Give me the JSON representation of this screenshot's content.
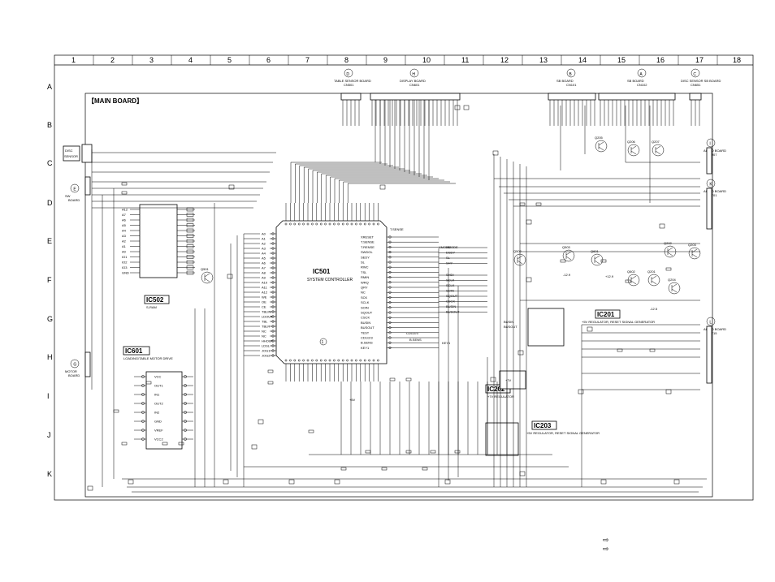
{
  "grid": {
    "columns": [
      "1",
      "2",
      "3",
      "4",
      "5",
      "6",
      "7",
      "8",
      "9",
      "10",
      "11",
      "12",
      "13",
      "14",
      "15",
      "16",
      "17",
      "18"
    ],
    "rows": [
      "A",
      "B",
      "C",
      "D",
      "E",
      "F",
      "G",
      "H",
      "I",
      "J",
      "K"
    ]
  },
  "board_title": "【MAIN BOARD】",
  "connectors": [
    {
      "letter": "D",
      "line1": "TABLE SENSOR BOARD",
      "line2": "CN501"
    },
    {
      "letter": "H",
      "line1": "DISPLAY BOARD",
      "line2": "CN601"
    },
    {
      "letter": "B",
      "line1": "SB BOARD",
      "line2": "CN101"
    },
    {
      "letter": "A",
      "line1": "SB BOARD",
      "line2": "CN102"
    },
    {
      "letter": "C",
      "line1": "DISC SENSOR SB BOARD",
      "line2": "CN651"
    },
    {
      "letter": "I",
      "line1": "AUDIO BOARD",
      "line2": "CN907"
    },
    {
      "letter": "K",
      "line1": "AUDIO BOARD",
      "line2": "CN701"
    },
    {
      "letter": "L",
      "line1": "AUDIO BOARD",
      "line2": "CN715"
    },
    {
      "letter": "E",
      "line1": "SW",
      "line2": "BOARD"
    },
    {
      "letter": "G",
      "line1": "MOTOR",
      "line2": "BOARD"
    }
  ],
  "ics": [
    {
      "id": "IC501",
      "desc": "SYSTEM CONTROLLER"
    },
    {
      "id": "IC502",
      "desc": "S-RAM"
    },
    {
      "id": "IC601",
      "desc": "LOADING/TABLE MOTOR DRIVE"
    },
    {
      "id": "IC201",
      "desc": "+5V REGULATOR, RESET SIGNAL GENERATOR"
    },
    {
      "id": "IC202",
      "desc": "+7V REGULATOR"
    },
    {
      "id": "IC203",
      "desc": "+5V REGULATOR, RESET SIGNAL GENERATOR"
    }
  ],
  "disc_sensor_label": [
    "DISC",
    "SENSOR"
  ],
  "ic501_left_pins": [
    "A0",
    "A1",
    "A2",
    "A3",
    "A4",
    "A5",
    "A6",
    "A7",
    "A8",
    "A9",
    "A10",
    "A11",
    "A12",
    "WE",
    "OE",
    "CE",
    "TBLIN",
    "LDOUT",
    "TBL",
    "TBLR",
    "NC",
    "NC",
    "HHOUT",
    "LDSL",
    "JOG1",
    "JOG2"
  ],
  "ic501_right_pins": [
    "XRESET",
    "T.SENSE",
    "T.RENSE",
    "SWDOL",
    "SEDY",
    "SL",
    "RWC",
    "TSL",
    "RMIN",
    "WRQ",
    "QRY",
    "NC",
    "SCK",
    "SCLK",
    "SOIN",
    "SQOUT",
    "CSCK",
    "BUSIN",
    "BUSOUT",
    "TEST",
    "CD1/2/3",
    "B.SENS",
    "KEY1"
  ],
  "ic501_bus_labels": [
    "XMODE",
    "DSDY",
    "SL",
    "SHY",
    "SHDI",
    "SCLK",
    "SCLK",
    "SOIN",
    "SQOUT",
    "CSCK",
    "BUSIN",
    "BUSOUT"
  ],
  "ic502_pins": [
    "A12",
    "A7",
    "A6",
    "A5",
    "A4",
    "A3",
    "A2",
    "A1",
    "A0",
    "IO1",
    "IO2",
    "IO3",
    "GND"
  ],
  "ic601_pins": [
    "VCC",
    "OUT1",
    "IN1",
    "OUT2",
    "IN2",
    "GND",
    "VREF",
    "VCC2"
  ],
  "transistor_labels": [
    "Q501",
    "Q502",
    "Q503",
    "Q601",
    "Q602",
    "Q201",
    "Q202",
    "Q203",
    "Q204",
    "Q205",
    "Q206",
    "Q207"
  ],
  "net_labels": [
    "+5V",
    "+7V",
    "-12.9",
    "-12.5",
    "+12.9",
    "BUSIN",
    "BUSOUT",
    "CD1/2/3",
    "XMODE",
    "T.SENSE",
    "B.SENS",
    "KEY1"
  ],
  "arrows": [
    "⇨",
    "⇨"
  ]
}
